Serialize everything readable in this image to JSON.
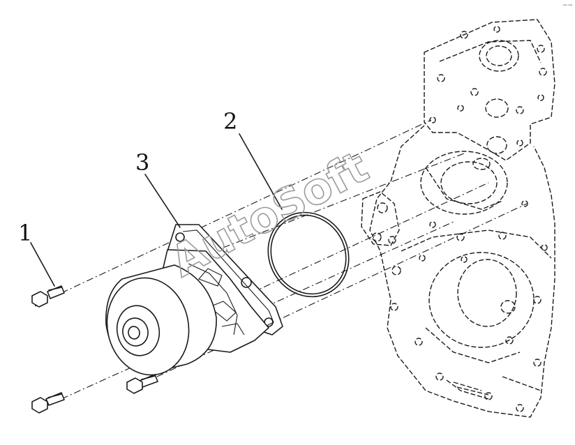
{
  "diagram": {
    "callouts": [
      {
        "id": "bolt",
        "label": "1"
      },
      {
        "id": "o-ring",
        "label": "2"
      },
      {
        "id": "water-pump",
        "label": "3"
      }
    ],
    "watermark": "AutoSoft",
    "corner_mark": "~~"
  }
}
